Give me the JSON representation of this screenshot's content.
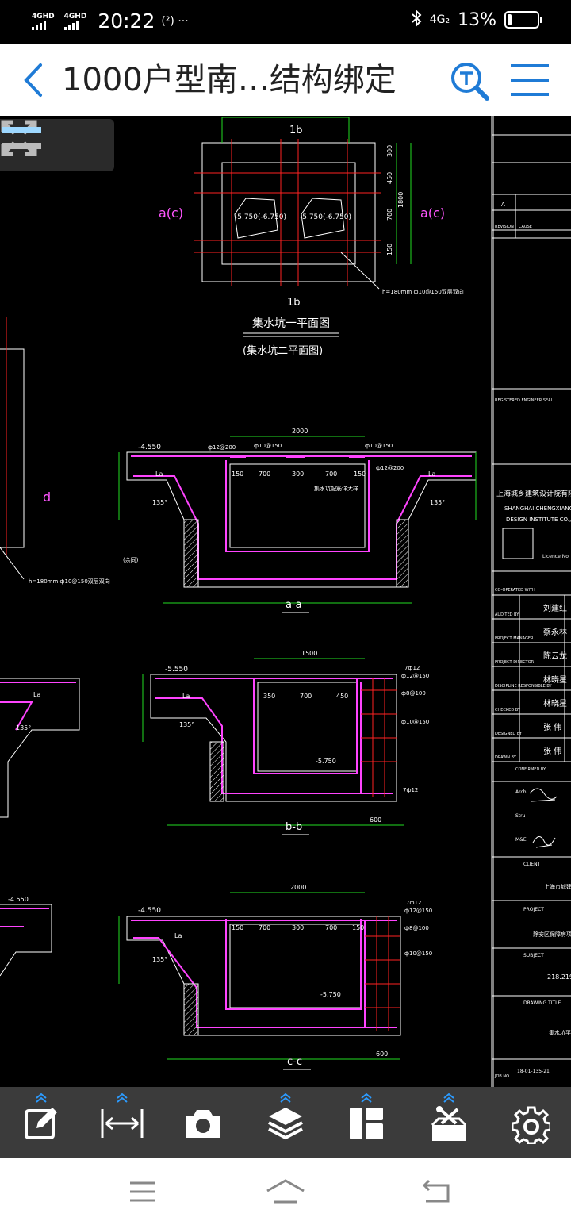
{
  "status_bar": {
    "signal1": "4GHD",
    "signal2": "4GHD",
    "time": "20:22",
    "extra": "(²) ···",
    "network": "4G₂",
    "battery_text": "13%",
    "battery_level": 0.13
  },
  "header": {
    "title": "1000户型南…结构绑定",
    "back_icon": "chevron-left-icon",
    "search_icon": "text-search-icon",
    "menu_icon": "hamburger-menu-icon"
  },
  "colors": {
    "accent": "#1f7bd6",
    "toolbar_bg": "#3b3b3b",
    "drawing_bg": "#000000",
    "rebar": "#ff44ff",
    "grid": "#ff2222",
    "dims": "#22dd22"
  },
  "drawing": {
    "plan": {
      "section_mark_top": "1b",
      "section_mark_bottom": "1b",
      "left_label": "a(c)",
      "right_label": "a(c)",
      "level_left": "-5.750(-6.750)",
      "level_right": "-5.750(-6.750)",
      "dim_right_total": "1800",
      "dims_right": [
        "300",
        "450",
        "700",
        "150"
      ],
      "title": "集水坑一平面图",
      "subtitle": "(集水坑二平面图)",
      "note": "h=180mm ф10@150双层双向"
    },
    "left_label_d": "d",
    "left_note": "h=180mm ф10@150双层双向",
    "section_a": {
      "label": "a-a",
      "level": "-4.550",
      "top_dim": "2000",
      "dims": [
        "150",
        "700",
        "300",
        "700",
        "150"
      ],
      "rebar_labels": [
        "ф12@200",
        "ф10@150",
        "ф10@150",
        "ф12@200"
      ],
      "anchor": "La",
      "angle": "135°",
      "note": "集水坑配筋详大样",
      "note2": "(余同)"
    },
    "section_b": {
      "label": "b-b",
      "level": "-5.550",
      "top_dim": "1500",
      "dims": [
        "350",
        "700",
        "450"
      ],
      "bottom_level": "-5.750",
      "rebars": [
        "7ф12",
        "ф12@150",
        "ф8@100",
        "ф10@150"
      ],
      "bottom_dim": "600",
      "rebar_bottom": "7ф12"
    },
    "section_c": {
      "label": "c-c",
      "level": "-4.550",
      "top_dim": "2000",
      "dims": [
        "150",
        "700",
        "300",
        "700",
        "150"
      ],
      "bottom_level": "-5.750",
      "bottom_dim": "600",
      "rebars": [
        "7ф12",
        "ф12@150",
        "ф8@100",
        "ф10@150"
      ]
    },
    "title_block": {
      "revision": "A",
      "revision_label": "REVISION",
      "cause": "CAUSE",
      "reg_seal": "REGISTERED ENGINEER SEAL",
      "company_cn": "上海城乡建筑设计院有限公司",
      "company_en1": "SHANGHAI CHENGXIANG",
      "company_en2": "DESIGN INSTITUTE CO.,",
      "cert": "Licence No",
      "co_operated": "CO-OPERATED WITH",
      "roles": [
        {
          "label": "AUDITED BY",
          "name": "刘建红"
        },
        {
          "label": "PROJECT MANAGER",
          "name": "蔡永林"
        },
        {
          "label": "PROJECT DIRECTOR",
          "name": "陈云龙"
        },
        {
          "label": "DISCIPLINE RESPONSIBLE BY",
          "name": "林晓星"
        },
        {
          "label": "CHECKED BY",
          "name": "林晓星"
        },
        {
          "label": "DESIGNED BY",
          "name": "张 伟"
        },
        {
          "label": "DRAWN BY",
          "name": "张 伟"
        }
      ],
      "confirmed": "CONFIRMED BY",
      "arch": "Arch",
      "stru": "Stru",
      "mep": "M&E",
      "client": "CLIENT",
      "client_name": "上海市城建投",
      "project": "PROJECT",
      "project_name": "静安区保障房项目",
      "subject": "SUBJECT",
      "subject_value": "218.219",
      "drawing_title": "DRAWING TITLE",
      "drawing_title_value": "集水坑平面",
      "job_no_label": "JOB NO.",
      "job_no": "18-01-135-21"
    }
  },
  "toolbar": {
    "tools": [
      {
        "name": "edit-tool",
        "icon": "edit-icon",
        "expandable": true
      },
      {
        "name": "measure-tool",
        "icon": "measure-icon",
        "expandable": true
      },
      {
        "name": "screenshot-tool",
        "icon": "camera-icon",
        "expandable": false
      },
      {
        "name": "layers-tool",
        "icon": "layers-icon",
        "expandable": true
      },
      {
        "name": "layout-tool",
        "icon": "layout-icon",
        "expandable": true
      },
      {
        "name": "tools-box",
        "icon": "toolbox-icon",
        "expandable": true
      },
      {
        "name": "settings-tool",
        "icon": "gear-icon",
        "expandable": false
      }
    ]
  },
  "nav": {
    "menu": "nav-menu-icon",
    "home": "nav-home-icon",
    "back": "nav-back-icon"
  }
}
